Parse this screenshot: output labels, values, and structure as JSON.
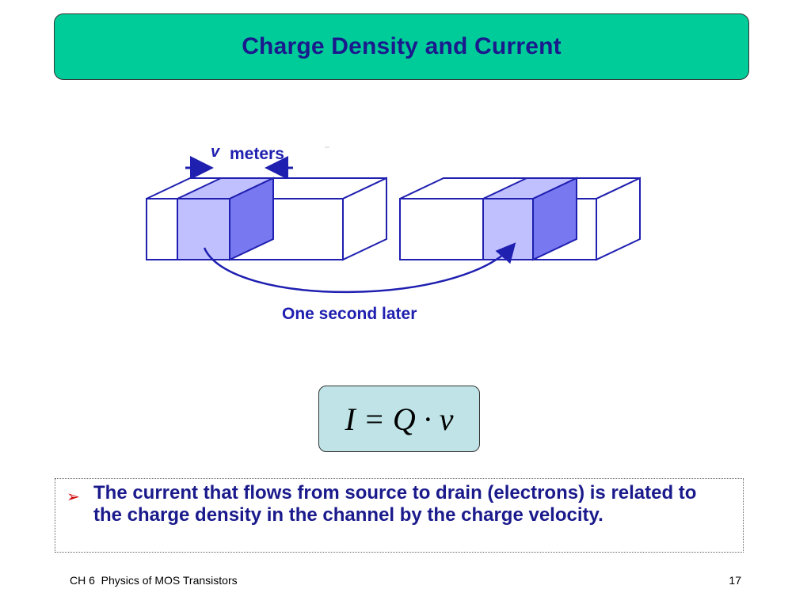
{
  "slide": {
    "title": "Charge Density and Current",
    "footer_left": "CH 6  Physics of MOS Transistors",
    "page_number": "17"
  },
  "diagram": {
    "velocity_symbol": "v",
    "distance_label": "meters",
    "caption": "One second later",
    "colors": {
      "outline": "#1f1fb0",
      "slab_front": "#c0c0ff",
      "slab_side": "#7878f0",
      "text": "#1f1fb0"
    }
  },
  "equation": {
    "text": "I = Q · v"
  },
  "bullet": {
    "marker": "➢",
    "text": "The current that flows from source to drain (electrons) is related to the charge density in the channel by the charge velocity."
  },
  "colors": {
    "title_background": "#00cc99",
    "title_text": "#1a1a8c",
    "equation_background": "#bfe3e6",
    "bullet_text": "#1a1a8c",
    "bullet_marker": "#cc0000"
  }
}
